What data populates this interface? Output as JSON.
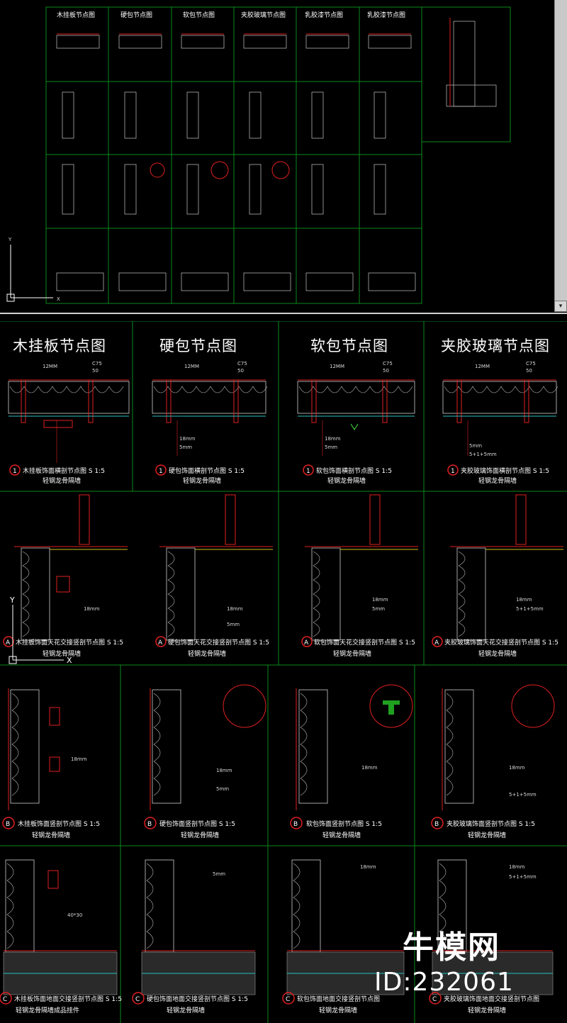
{
  "top_thumbs": {
    "row1_titles": [
      "木挂板节点图",
      "硬包节点图",
      "软包节点图",
      "夹胶玻璃节点图",
      "乳胶漆节点图",
      "乳胶漆节点图"
    ]
  },
  "panels": {
    "titles": [
      "木挂板节点图",
      "硬包节点图",
      "软包节点图",
      "夹胶玻璃节点图"
    ],
    "row1_captions": [
      "木挂板饰面横剖节点图 S 1:5",
      "硬包饰面横剖节点图 S 1:5",
      "软包饰面横剖节点图 S 1:5",
      "夹胶玻璃饰面横剖节点图 S 1:5"
    ],
    "row1_markers": [
      "1",
      "1",
      "1",
      "1"
    ],
    "row2_captions": [
      "木挂板饰面天花交接竖剖节点图 S 1:5",
      "硬包饰面天花交接竖剖节点图 S 1:5",
      "软包饰面天花交接竖剖节点图 S 1:5",
      "夹胶玻璃饰面天花交接竖剖节点图 S 1:5"
    ],
    "row2_markers": [
      "A",
      "A",
      "A",
      "A"
    ],
    "row3_captions": [
      "木挂板饰面竖剖节点图 S 1:5",
      "硬包饰面竖剖节点图 S 1:5",
      "软包饰面竖剖节点图 S 1:5",
      "夹胶玻璃饰面竖剖节点图 S 1:5"
    ],
    "row3_markers": [
      "B",
      "B",
      "B",
      "B"
    ],
    "row4_captions": [
      "木挂板饰面地面交接竖剖节点图 S 1:5",
      "硬包饰面地面交接竖剖节点图 S 1:5",
      "软包饰面地面交接竖剖节点图",
      "夹胶玻璃饰面地面交接竖剖节点图"
    ],
    "row4_markers": [
      "C",
      "C",
      "C",
      "C"
    ],
    "row4_subs": [
      "轻钢龙骨隔墙成品挂件",
      "轻钢龙骨隔墙",
      "轻钢龙骨隔墙",
      "轻钢龙骨隔墙"
    ],
    "sub_common": "轻钢龙骨隔墙",
    "dims": {
      "c75": "C75",
      "fifty": "50",
      "twelve": "12MM",
      "mm18": "18mm",
      "mm5": "5mm",
      "glass": "5+1+5mm",
      "wood": "40*30"
    }
  },
  "brand": {
    "name": "牛模网",
    "id": "ID:232061"
  },
  "axis": {
    "y": "Y",
    "x": "X"
  },
  "colors": {
    "grid": "#0a8a1a",
    "accent": "#e02020",
    "text": "#ffffff"
  }
}
